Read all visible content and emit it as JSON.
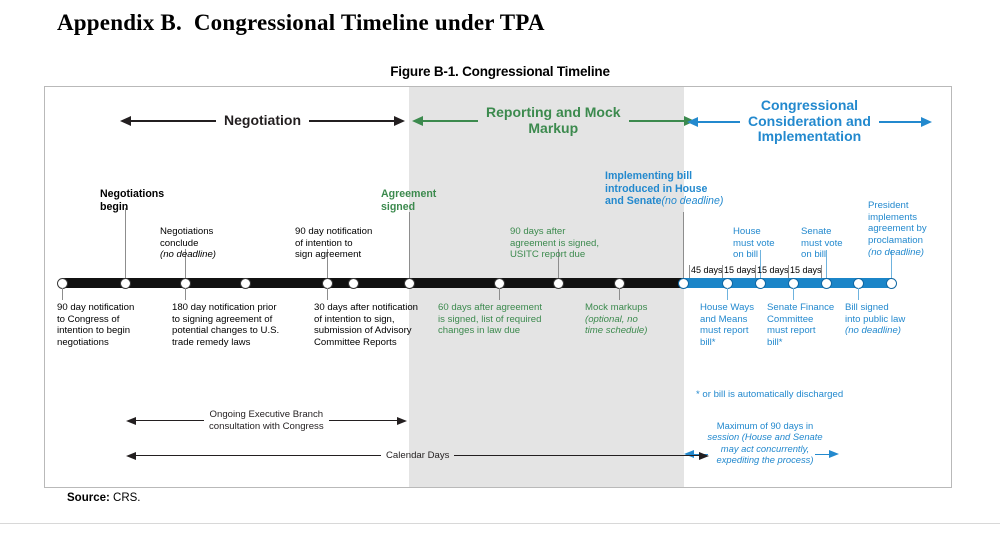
{
  "document": {
    "appendix_title": "Appendix B.  Congressional Timeline under TPA",
    "figure_title": "Figure B-1. Congressional Timeline",
    "source_label": "Source:",
    "source_value": "CRS."
  },
  "colors": {
    "negotiation": "#231f20",
    "reporting": "#3c8a4e",
    "congressional": "#2389ce",
    "timeline_black": "#111111",
    "timeline_blue": "#1b85c8",
    "gray_band": "#e4e4e4"
  },
  "phases": [
    {
      "id": "negotiation",
      "label": "Negotiation"
    },
    {
      "id": "reporting",
      "label": "Reporting and Mock\nMarkup"
    },
    {
      "id": "congressional",
      "label": "Congressional\nConsideration and\nImplementation"
    }
  ],
  "callouts_above": [
    {
      "id": "negotiations-begin",
      "text": "Negotiations\nbegin",
      "style": "bold-black"
    },
    {
      "id": "negotiations-conclude",
      "text": "Negotiations\nconclude\n(no deadline)",
      "style": "black-italic-last"
    },
    {
      "id": "ninety-day-notice",
      "text": "90 day notification\nof intention to\nsign agreement",
      "style": "black"
    },
    {
      "id": "agreement-signed",
      "text": "Agreement\nsigned",
      "style": "bold-green"
    },
    {
      "id": "usitc-report",
      "text": "90 days after\nagreement is signed,\nUSITC report due",
      "style": "green"
    },
    {
      "id": "implementing-bill",
      "text": "Implementing bill\nintroduced in House\nand Senate",
      "text_italic": "(no deadline)",
      "style": "bold-blue"
    },
    {
      "id": "house-vote",
      "text": "House\nmust vote\non bill",
      "style": "blue"
    },
    {
      "id": "senate-vote",
      "text": "Senate\nmust vote\non bill",
      "style": "blue"
    },
    {
      "id": "president-implements",
      "text": "President\nimplements\nagreement by\nproclamation\n(no deadline)",
      "style": "blue-italic-last"
    }
  ],
  "callouts_below": [
    {
      "id": "ninety-day-congress",
      "text": "90 day notification\nto Congress of\nintention to begin\nnegotiations",
      "style": "black"
    },
    {
      "id": "one-eighty-day",
      "text": "180 day notification prior\nto signing agreement of\npotential changes to U.S.\ntrade remedy laws",
      "style": "black"
    },
    {
      "id": "thirty-days-after",
      "text": "30 days after notification\nof intention to sign,\nsubmission of Advisory\nCommittee Reports",
      "style": "black"
    },
    {
      "id": "sixty-days-after",
      "text": "60 days after agreement\nis signed, list of required\nchanges in law due",
      "style": "green"
    },
    {
      "id": "mock-markups",
      "text": "Mock markups\n(optional, no\ntime schedule)",
      "style": "green-italic"
    },
    {
      "id": "house-ways-means",
      "text": "House Ways\nand Means\nmust report\nbill*",
      "style": "blue"
    },
    {
      "id": "senate-finance",
      "text": "Senate Finance\nCommittee\nmust report\nbill*",
      "style": "blue"
    },
    {
      "id": "bill-signed",
      "text": "Bill signed\ninto public law\n(no deadline)",
      "style": "blue-italic-last"
    }
  ],
  "day_labels": [
    {
      "id": "days-45",
      "text": "45 days"
    },
    {
      "id": "days-15-a",
      "text": "15 days"
    },
    {
      "id": "days-15-b",
      "text": "15 days"
    },
    {
      "id": "days-15-c",
      "text": "15 days"
    }
  ],
  "measures": [
    {
      "id": "ongoing-consultation",
      "label": "Ongoing Executive Branch\nconsultation with Congress"
    },
    {
      "id": "calendar-days",
      "label": "Calendar Days"
    }
  ],
  "annotations": {
    "footnote": "* or bill is automatically discharged",
    "max_days_line1": "Maximum of 90 days in",
    "max_days_line2": "session (House and Senate",
    "max_days_line3": "may act concurrently,",
    "max_days_line4": "expediting the process)"
  }
}
